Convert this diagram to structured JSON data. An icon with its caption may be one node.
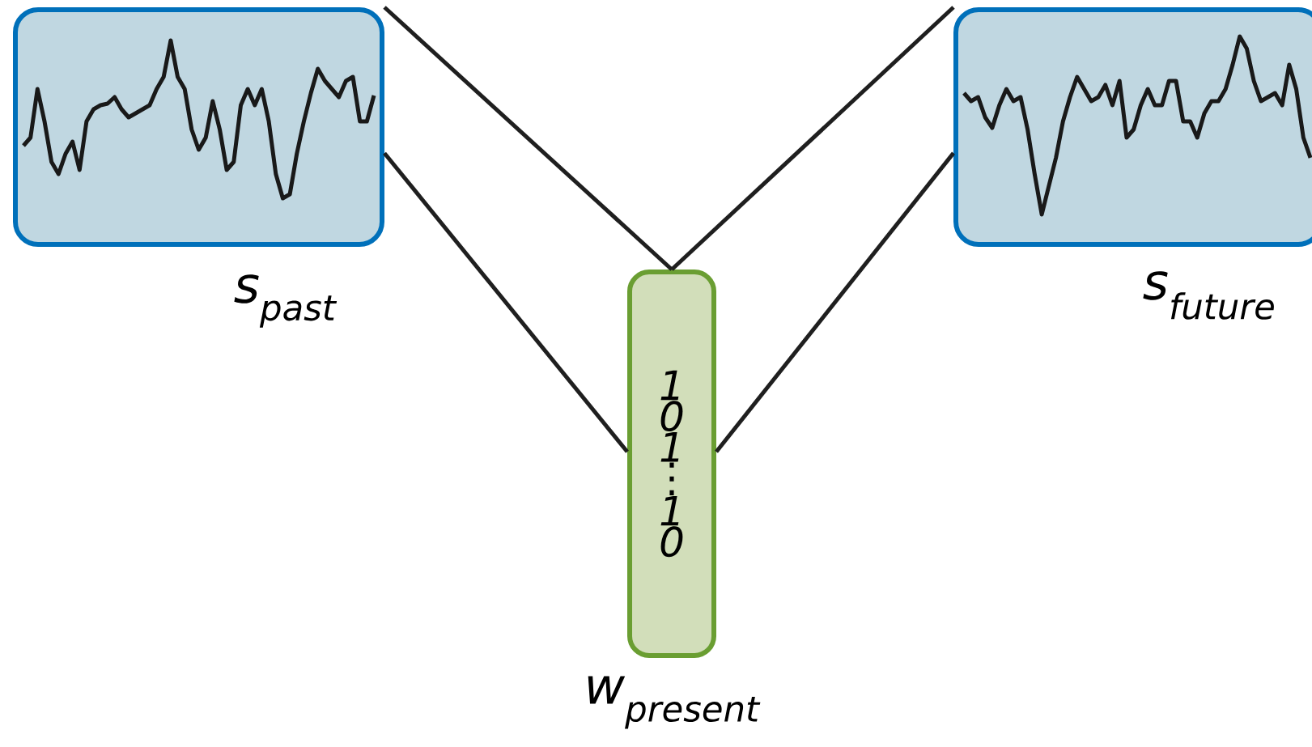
{
  "diagram": {
    "nodes": [
      {
        "text": [
          "s$_{past}$"
        ]
      },
      {
        "text": [
          "s$_{future}$"
        ]
      },
      {
        "text": [
          "1 0 1 ⋮ 1 0",
          "w$_{present}$"
        ]
      }
    ],
    "edges": [
      {
        "from": 0,
        "to": 2,
        "arrow": "none"
      },
      {
        "from": 0,
        "to": 2,
        "arrow": "none"
      },
      {
        "from": 1,
        "to": 2,
        "arrow": "none"
      },
      {
        "from": 1,
        "to": 2,
        "arrow": "none"
      }
    ]
  }
}
